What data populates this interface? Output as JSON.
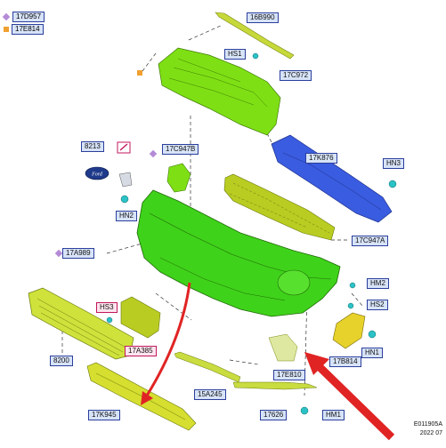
{
  "legend": [
    {
      "code": "17D957",
      "marker": "diamond",
      "color": "#b48ad6"
    },
    {
      "code": "17E814",
      "marker": "square",
      "color": "#f0a030"
    }
  ],
  "labels": {
    "l_16B990": "16B990",
    "l_HS1": "HS1",
    "l_17C972": "17C972",
    "l_8213": "8213",
    "l_17C947B": "17C947B",
    "l_17K876": "17K876",
    "l_HN3": "HN3",
    "l_HN2": "HN2",
    "l_17C947A": "17C947A",
    "l_17A989": "17A989",
    "l_HM2": "HM2",
    "l_HS3": "HS3",
    "l_HS2": "HS2",
    "l_17A385": "17A385",
    "l_HN1": "HN1",
    "l_8200": "8200",
    "l_17E810": "17E810",
    "l_17B814": "17B814",
    "l_15A245": "15A245",
    "l_17K945": "17K945",
    "l_17626": "17626",
    "l_HM1": "HM1"
  },
  "footer": {
    "figure_id": "E011905A",
    "date": "2022 07"
  },
  "colors": {
    "bumper_green": "#3fd21a",
    "reinforcement_blue": "#3757d8",
    "absorber_yellow": "#b9cc22",
    "grille_yellow": "#d8e23a",
    "arrow_red": "#e02424"
  }
}
